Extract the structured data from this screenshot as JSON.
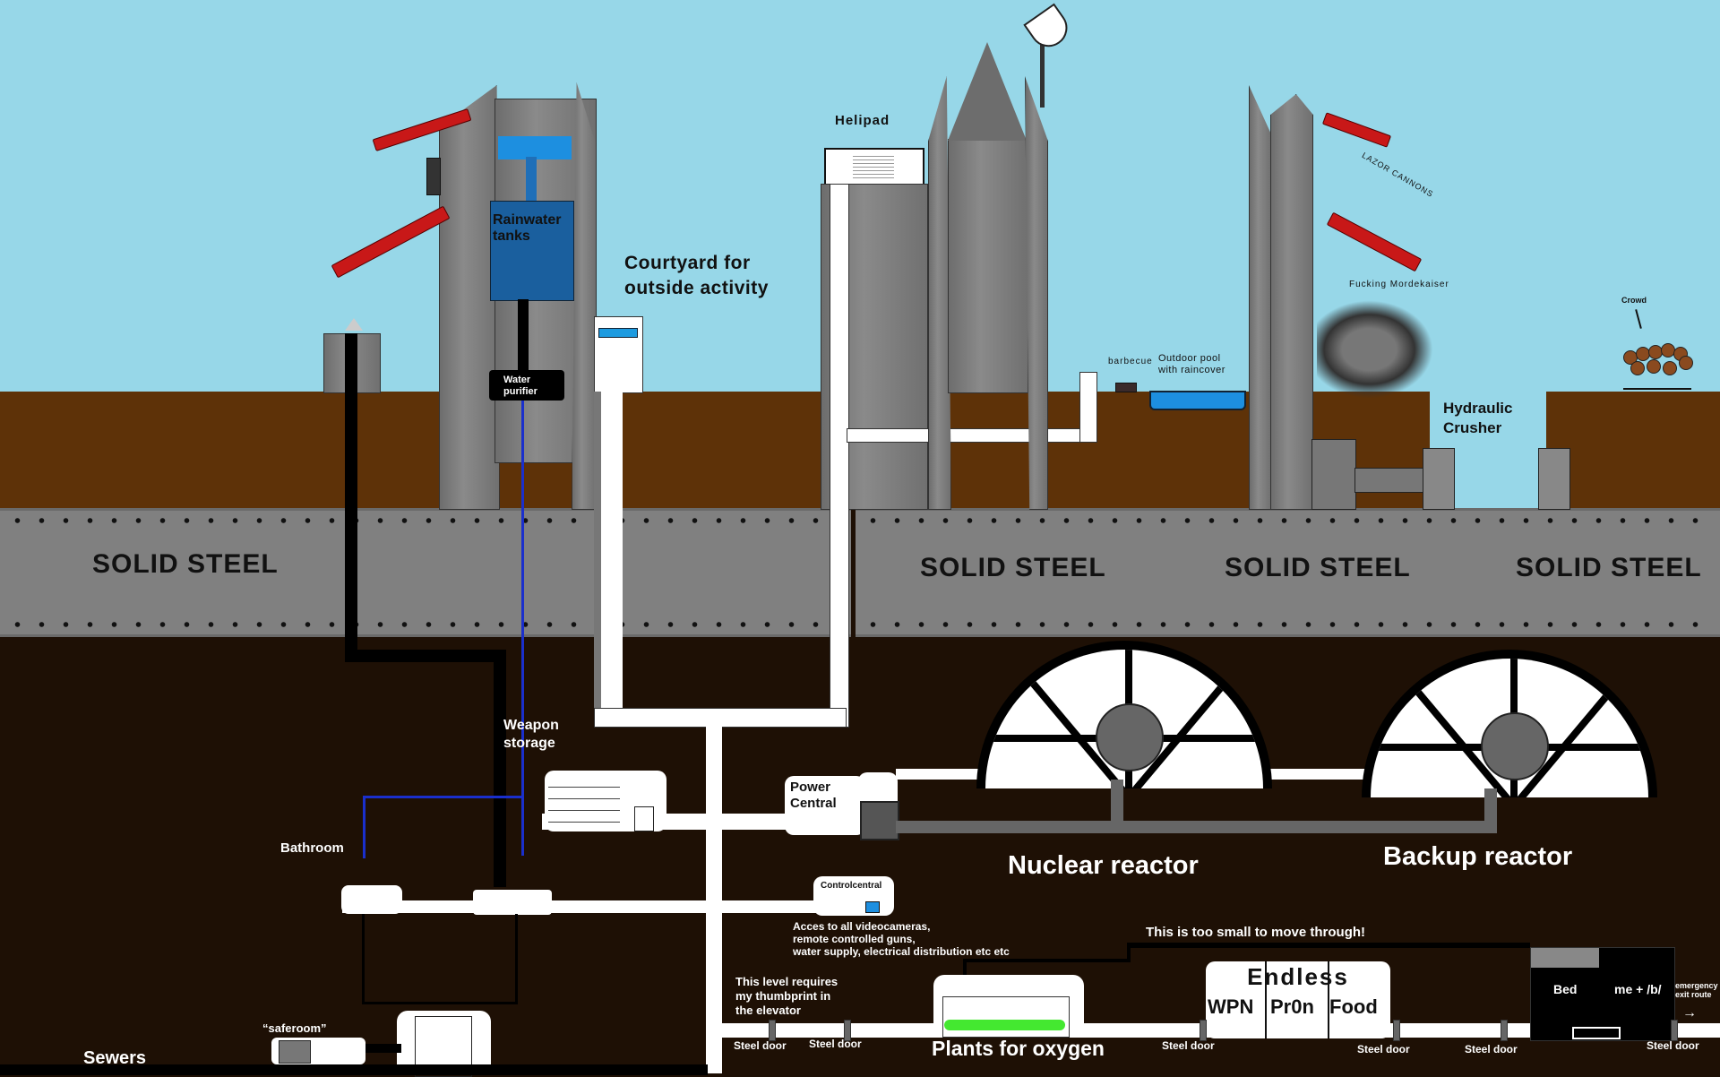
{
  "title": "Underground bunker cross-section",
  "surface": {
    "helipad": "Helipad",
    "courtyard": "Courtyard for\noutside activity",
    "rainwater_tanks": "Rainwater\ntanks",
    "water_purifier": "Water\npurifier",
    "barbecue": "barbecue",
    "outdoor_pool": "Outdoor pool\nwith raincover",
    "lazor_cannons": "LAZOR CANNONS",
    "mordekaiser": "Fucking Mordekaiser",
    "crowd": "Crowd",
    "hydraulic_crusher": "Hydraulic\nCrusher"
  },
  "steel_labels": [
    "SOLID STEEL",
    "SOLID STEEL",
    "SOLID STEEL",
    "SOLID STEEL"
  ],
  "underground": {
    "weapon_storage": "Weapon\nstorage",
    "power_central": "Power\nCentral",
    "nuclear_reactor": "Nuclear reactor",
    "backup_reactor": "Backup reactor",
    "bathroom": "Bathroom",
    "control_central": "Controlcentral",
    "control_note": "Acces to all videocameras,\nremote controlled guns,\nwater supply, electrical distribution etc etc",
    "too_small": "This is too small to move through!",
    "thumbprint_note": "This level requires\nmy thumbprint in\nthe elevator",
    "plants": "Plants for oxygen",
    "endless": "Endless",
    "endless_rooms": [
      "WPN",
      "Pr0n",
      "Food"
    ],
    "bed": "Bed",
    "me_b": "me + /b/",
    "emergency_exit": "emergency\nexit route",
    "saferoom": "“saferoom”",
    "sewers": "Sewers",
    "steel_doors": [
      "Steel door",
      "Steel door",
      "Steel door",
      "Steel door",
      "Steel door",
      "Steel door"
    ]
  },
  "colors": {
    "sky": "#97d7e8",
    "dirt": "#5e3208",
    "underground": "#1e1005",
    "steel": "#808080",
    "water": "#1f6fb8",
    "cannon": "#c81818",
    "plants": "#44e830"
  }
}
